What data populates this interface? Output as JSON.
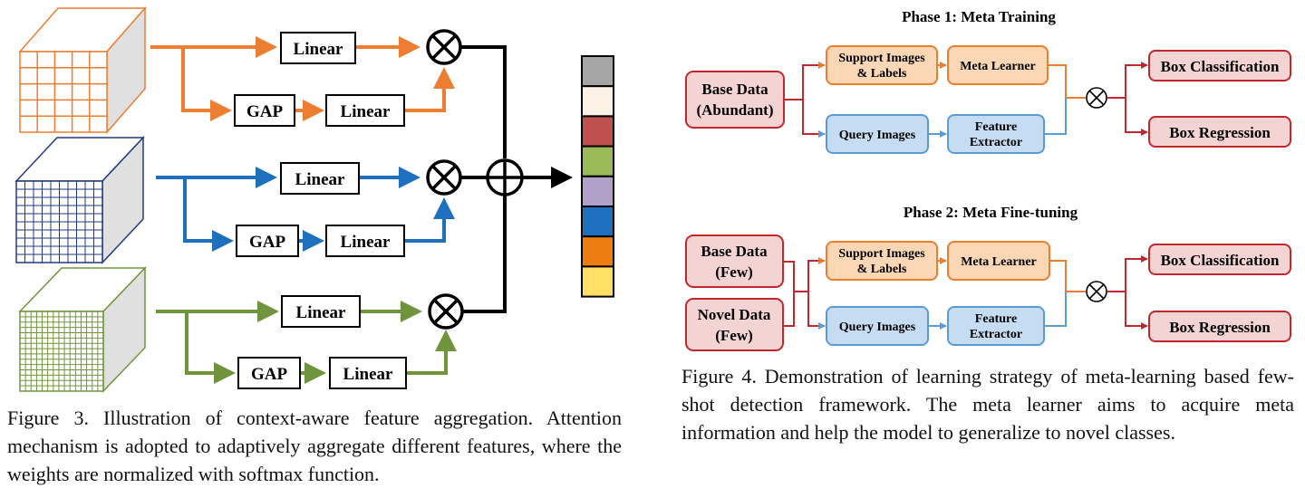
{
  "figure3": {
    "rows": [
      {
        "linear_top": "Linear",
        "gap": "GAP",
        "linear_bottom": "Linear",
        "color": "#ed7d31"
      },
      {
        "linear_top": "Linear",
        "gap": "GAP",
        "linear_bottom": "Linear",
        "color": "#1f6fbf"
      },
      {
        "linear_top": "Linear",
        "gap": "GAP",
        "linear_bottom": "Linear",
        "color": "#70943b"
      }
    ],
    "cube_colors": [
      "#ed7d31",
      "#1f3a80",
      "#70943b"
    ],
    "output_colors": [
      "#a5a5a5",
      "#fdf2e6",
      "#c0504d",
      "#9bbb59",
      "#b1a0c7",
      "#1f6fbf",
      "#ed7d11",
      "#ffe066"
    ],
    "caption": "Figure 3. Illustration of context-aware feature aggregation. Attention mechanism is adopted to adaptively aggregate different features, where the weights are normalized with softmax function."
  },
  "figure4": {
    "phase1": {
      "title": "Phase 1: Meta Training",
      "base_data": [
        "Base Data",
        "(Abundant)"
      ],
      "support": [
        "Support Images",
        "& Labels"
      ],
      "meta_learner": "Meta Learner",
      "query": "Query Images",
      "feature_extractor": [
        "Feature",
        "Extractor"
      ],
      "box_classification": "Box Classification",
      "box_regression": "Box Regression"
    },
    "phase2": {
      "title": "Phase 2: Meta Fine-tuning",
      "base_data": [
        "Base Data",
        "(Few)"
      ],
      "novel_data": [
        "Novel Data",
        "(Few)"
      ],
      "support": [
        "Support Images",
        "& Labels"
      ],
      "meta_learner": "Meta Learner",
      "query": "Query Images",
      "feature_extractor": [
        "Feature",
        "Extractor"
      ],
      "box_classification": "Box Classification",
      "box_regression": "Box Regression"
    },
    "colors": {
      "red_fill": "#f4d3d3",
      "red_stroke": "#c0282e",
      "orange_fill": "#fbd7b5",
      "orange_stroke": "#ed7d31",
      "blue_fill": "#c6dcf2",
      "blue_stroke": "#5b9bd5"
    },
    "caption": "Figure 4. Demonstration of learning strategy of meta-learning based few-shot detection framework. The meta learner aims to acquire meta information and help the model to generalize to novel classes."
  }
}
